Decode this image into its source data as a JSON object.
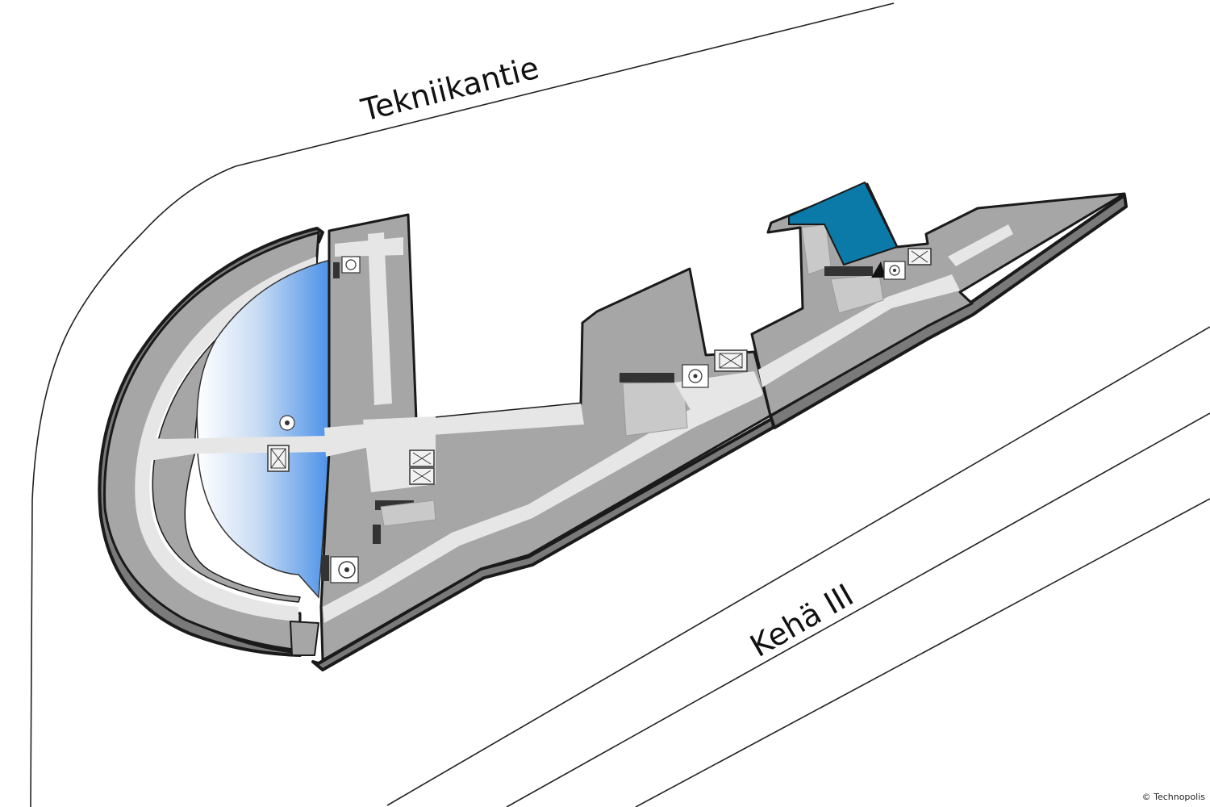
{
  "streets": {
    "north": "Tekniikantie",
    "south": "Kehä III"
  },
  "copyright": "© Technopolis",
  "colors": {
    "background": "#ffffff",
    "building_floor": "#a6a6a6",
    "corridor": "#e6e6e6",
    "courtyard_glass": "#4a90e8",
    "highlighted_room": "#0b7aa8"
  },
  "icons": [
    "stairs-icon",
    "elevator-icon",
    "entrance-arrow-icon"
  ]
}
